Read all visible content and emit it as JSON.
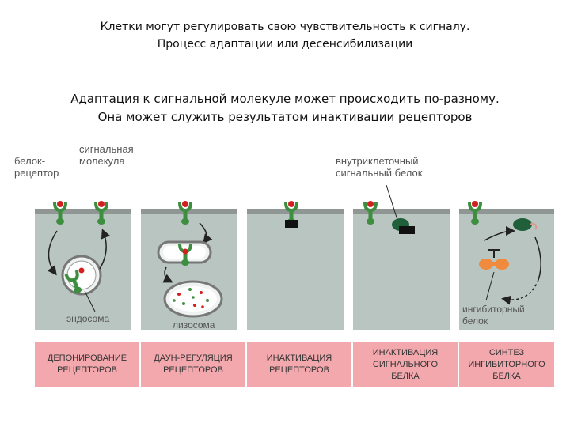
{
  "title": {
    "line1": "Клетки могут регулировать свою чувствительность к сигналу.",
    "line2": "Процесс адаптации или десенсибилизации"
  },
  "subtitle": {
    "line1": "Адаптация к сигнальной молекуле может происходить по-разному.",
    "line2": "Она может служить результатом инактивации рецепторов"
  },
  "labels": {
    "receptor_l1": "белок-",
    "receptor_l2": "рецептор",
    "signal_l1": "сигнальная",
    "signal_l2": "молекула",
    "intracellular_l1": "внутриклеточный",
    "intracellular_l2": "сигнальный белок",
    "endosome": "эндосома",
    "lysosome": "лизосома",
    "inhibitor_l1": "ингибиторный",
    "inhibitor_l2": "белок"
  },
  "panels": [
    {
      "caption_l1": "ДЕПОНИРОВАНИЕ",
      "caption_l2": "РЕЦЕПТОРОВ"
    },
    {
      "caption_l1": "ДАУН-РЕГУЛЯЦИЯ",
      "caption_l2": "РЕЦЕПТОРОВ"
    },
    {
      "caption_l1": "ИНАКТИВАЦИЯ",
      "caption_l2": "РЕЦЕПТОРОВ"
    },
    {
      "caption_l1": "ИНАКТИВАЦИЯ",
      "caption_l2": "СИГНАЛЬНОГО",
      "caption_l3": "БЕЛКА"
    },
    {
      "caption_l1": "СИНТЕЗ",
      "caption_l2": "ИНГИБИТОРНОГО",
      "caption_l3": "БЕЛКА"
    }
  ],
  "colors": {
    "cell": "#b9c5c1",
    "membrane": "#8f9694",
    "receptor": "#3d8f3f",
    "signal": "#d12020",
    "inhibitor": "#f08a3c",
    "caption_bg": "#f3a8ad"
  }
}
